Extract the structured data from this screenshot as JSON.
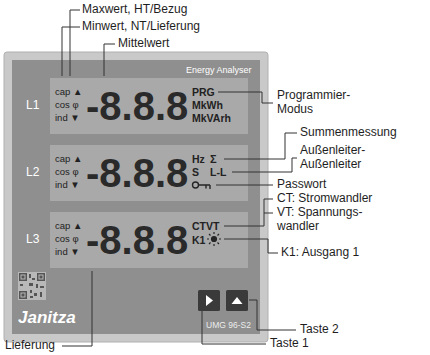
{
  "diagram": {
    "nodes": [
      {
        "text": [
          "Energy Analyser",
          "L1",
          "L2",
          "L3",
          "Janitza",
          "UMG 96-S2"
        ]
      },
      {
        "text": [
          "cap ▲",
          "cos φ",
          "ind ▼",
          "-8.8.8",
          "PRG",
          "MkWh",
          "MkVArh"
        ],
        "in": 0
      },
      {
        "text": [
          "cap ▲",
          "cos φ",
          "ind ▼",
          "-8.8.8",
          "Hz",
          "Σ",
          "S",
          "L-L"
        ],
        "in": 0
      },
      {
        "text": [
          "cap ▲",
          "cos φ",
          "ind ▼",
          "-8.8.8",
          "CTVT",
          "K1"
        ],
        "in": 0
      }
    ],
    "labels": [
      "Maxwert, HT/Bezug",
      "Minwert, NT/Lieferung",
      "Mittelwert",
      "Programmier- Modus",
      "Summenmessung",
      "Außenleiter- Außenleiter",
      "Passwort",
      "CT: Stromwandler",
      "VT: Spannungs- wandler",
      "K1: Ausgang 1",
      "Taste 2",
      "Taste 1",
      "Lieferung"
    ]
  }
}
